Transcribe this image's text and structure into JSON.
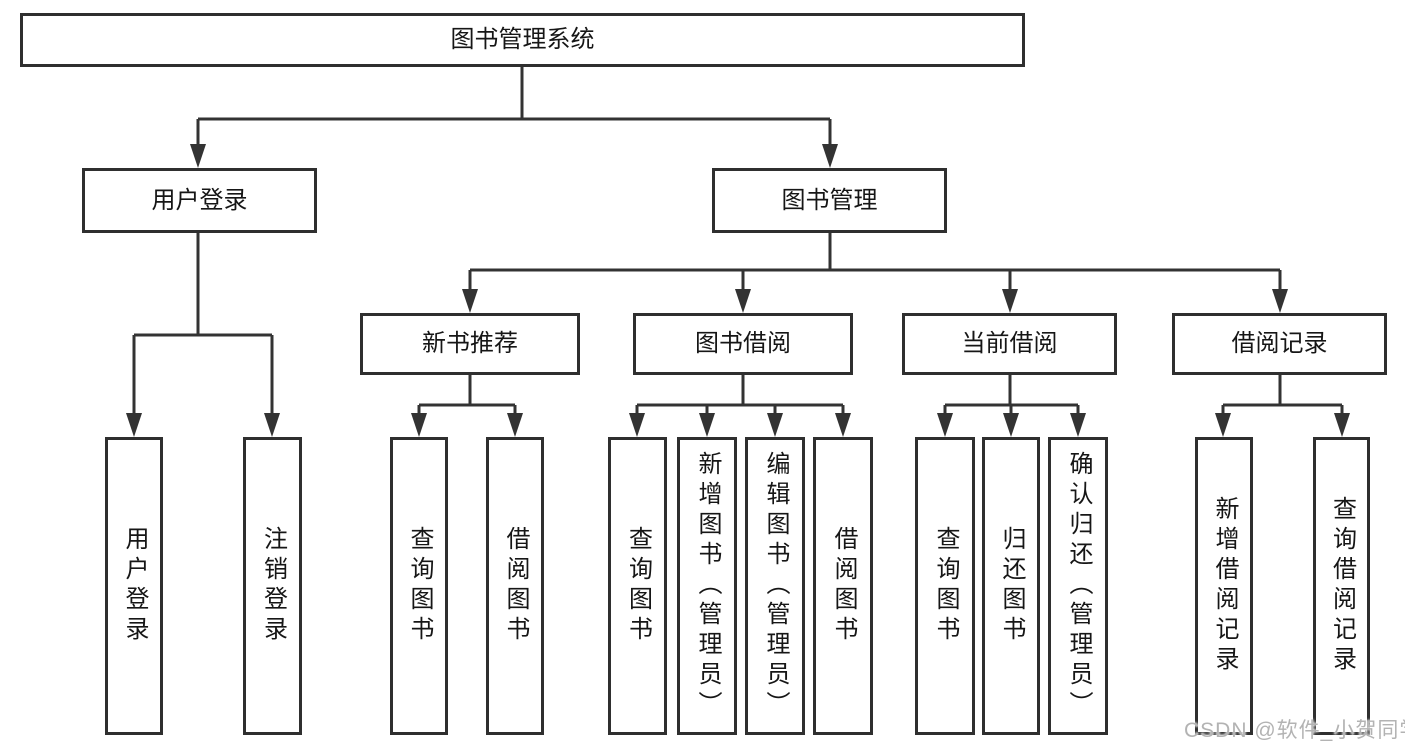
{
  "diagram": {
    "title": "图书管理系统",
    "root": {
      "label": "图书管理系统"
    },
    "branches": [
      {
        "label": "用户登录",
        "children": [
          {
            "label": "用户登录"
          },
          {
            "label": "注销登录"
          }
        ]
      },
      {
        "label": "图书管理",
        "children": [
          {
            "label": "新书推荐",
            "children": [
              {
                "label": "查询图书"
              },
              {
                "label": "借阅图书"
              }
            ]
          },
          {
            "label": "图书借阅",
            "children": [
              {
                "label": "查询图书"
              },
              {
                "label": "新增图书（管理员）"
              },
              {
                "label": "编辑图书（管理员）"
              },
              {
                "label": "借阅图书"
              }
            ]
          },
          {
            "label": "当前借阅",
            "children": [
              {
                "label": "查询图书"
              },
              {
                "label": "归还图书"
              },
              {
                "label": "确认归还（管理员）"
              }
            ]
          },
          {
            "label": "借阅记录",
            "children": [
              {
                "label": "新增借阅记录"
              },
              {
                "label": "查询借阅记录"
              }
            ]
          }
        ]
      }
    ]
  },
  "watermark": {
    "text": "CSDN @软件_小贺同学"
  },
  "colors": {
    "line": "#333333",
    "border": "#2f2f2f",
    "text": "#161616",
    "watermark": "#b3b3b3",
    "background": "#ffffff"
  }
}
